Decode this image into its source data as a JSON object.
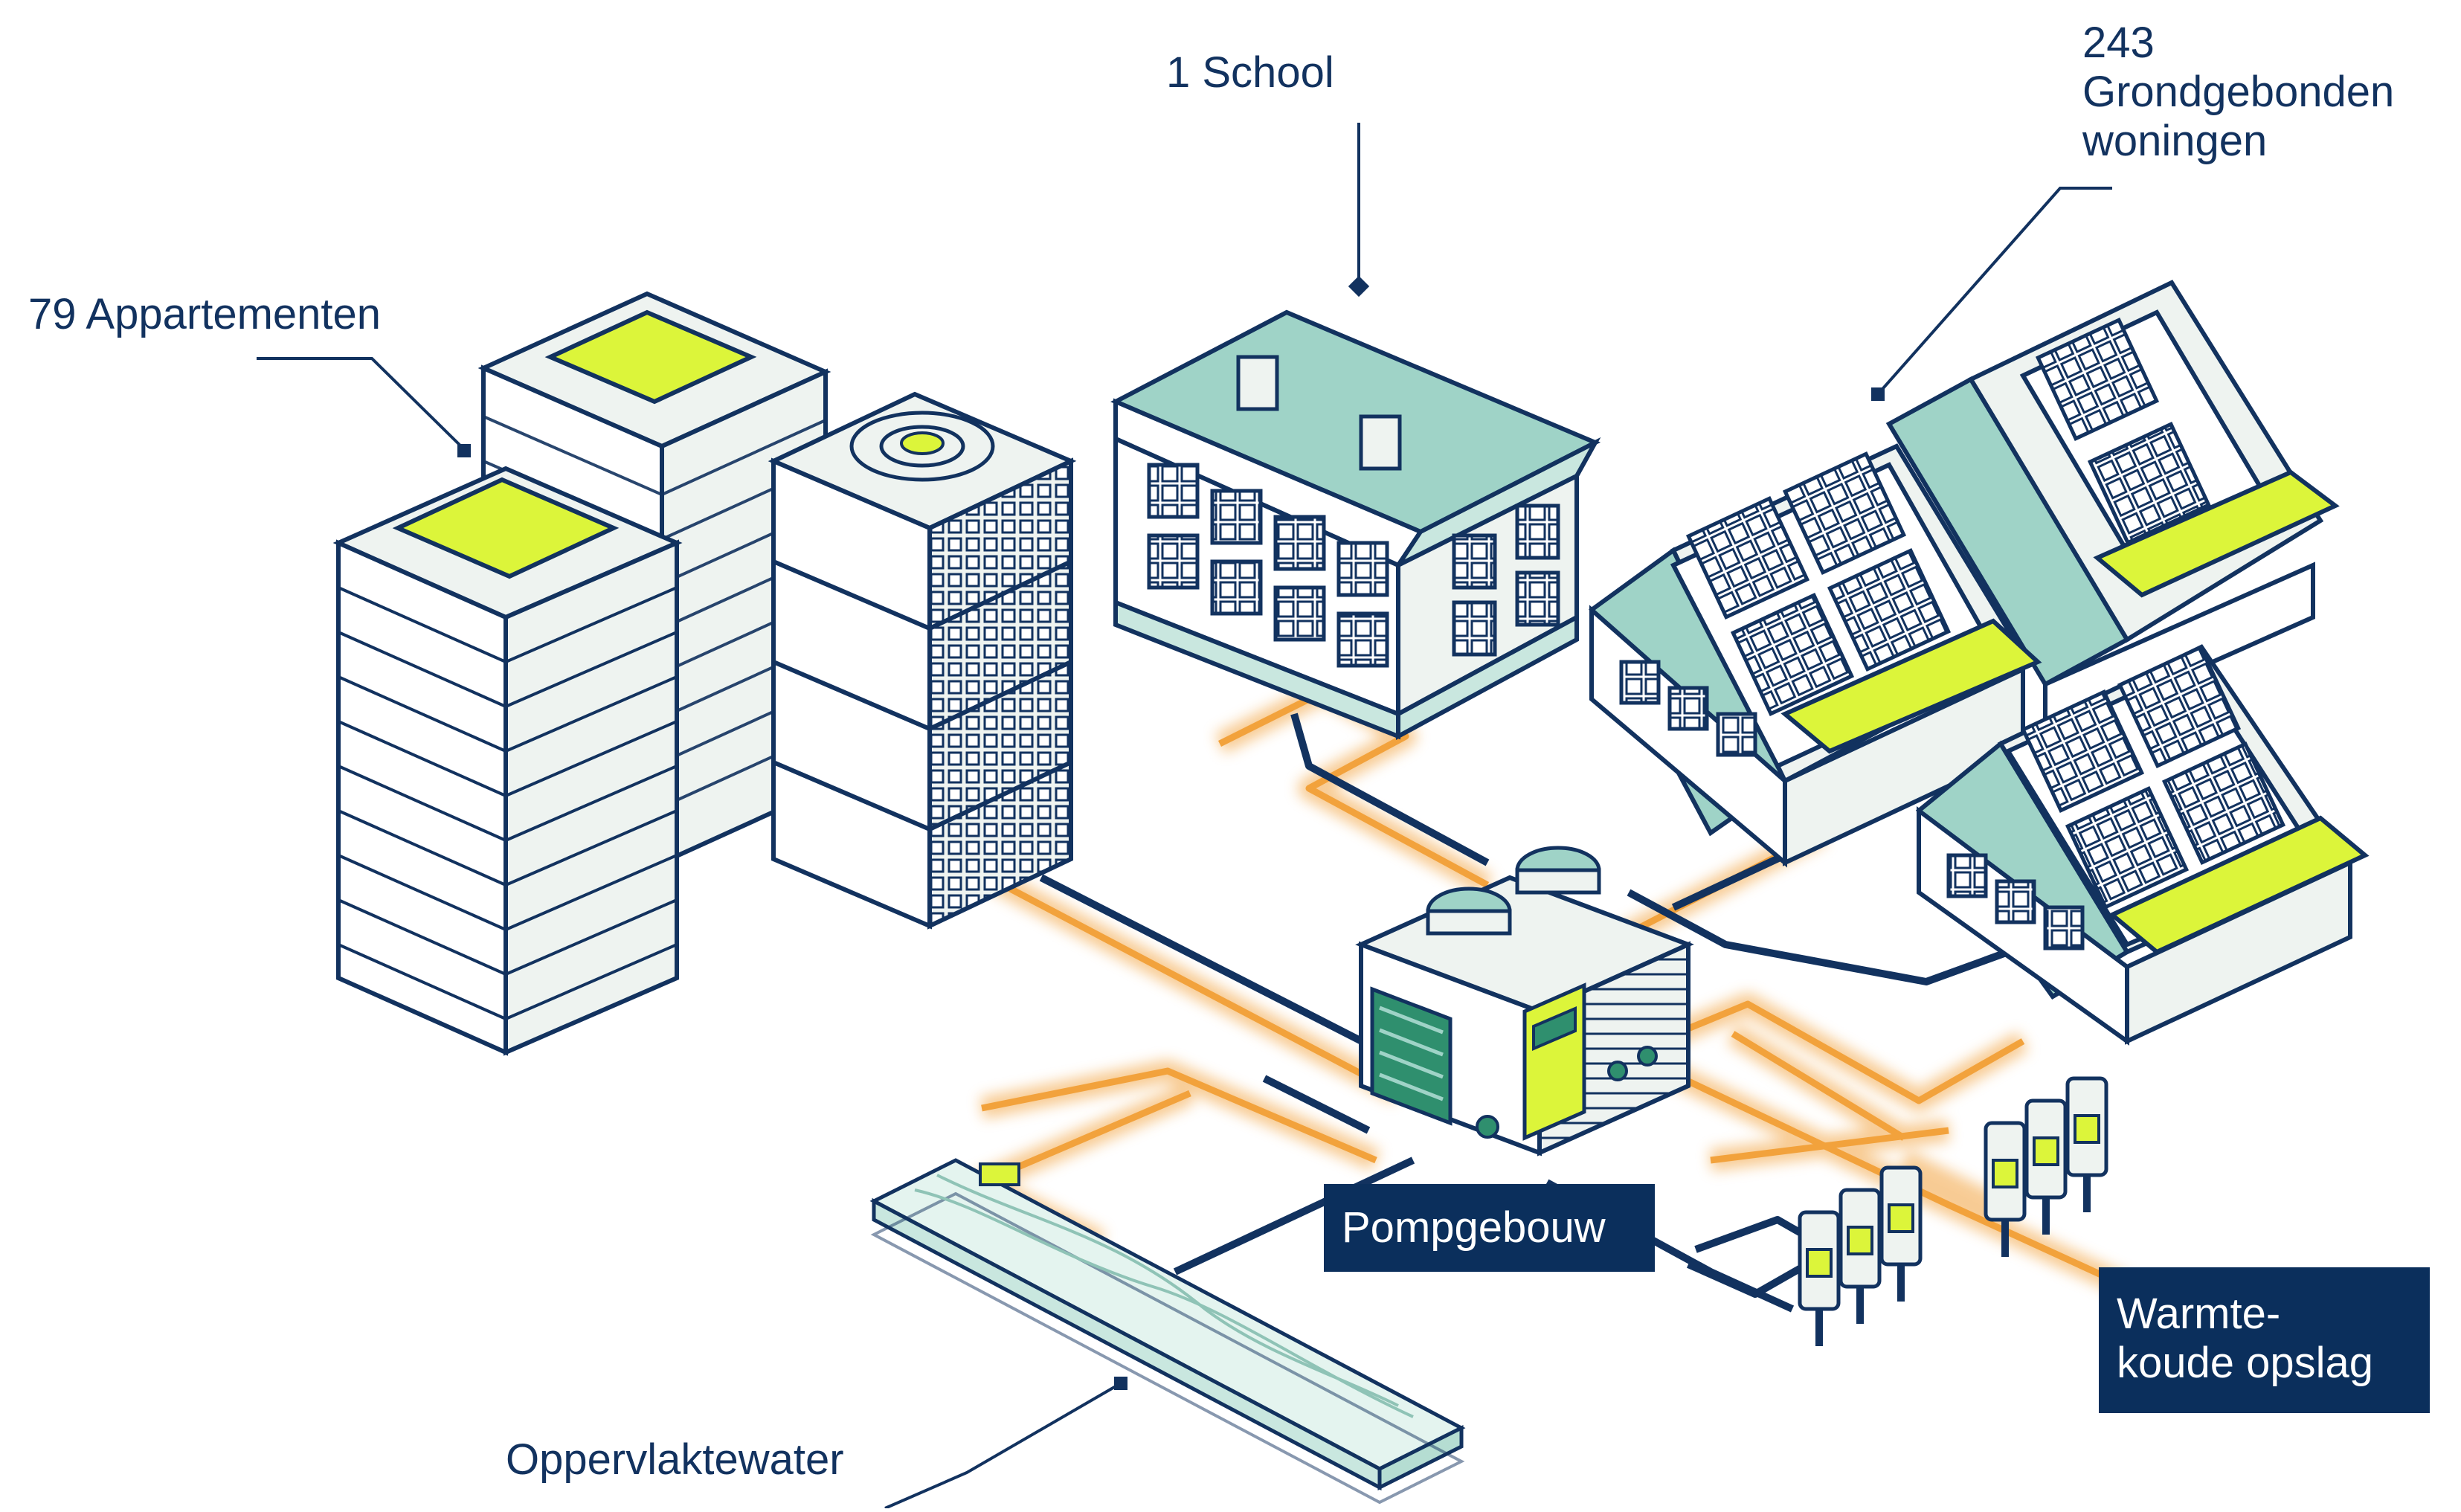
{
  "labels": {
    "school": "1 School",
    "houses_count": "243",
    "houses_line1": "Grondgebonden",
    "houses_line2": "woningen",
    "apartments": "79 Appartementen",
    "pump": "Pompgebouw",
    "storage_line1": "Warmte-",
    "storage_line2": "koude opslag",
    "water": "Oppervlaktewater"
  },
  "colors": {
    "navy": "#12325f",
    "box_navy": "#0b2f5c",
    "teal_roof": "#9fd3c7",
    "lime": "#dcf53a",
    "orange_pipe": "#f2a23c",
    "wall": "#eef3f0"
  }
}
